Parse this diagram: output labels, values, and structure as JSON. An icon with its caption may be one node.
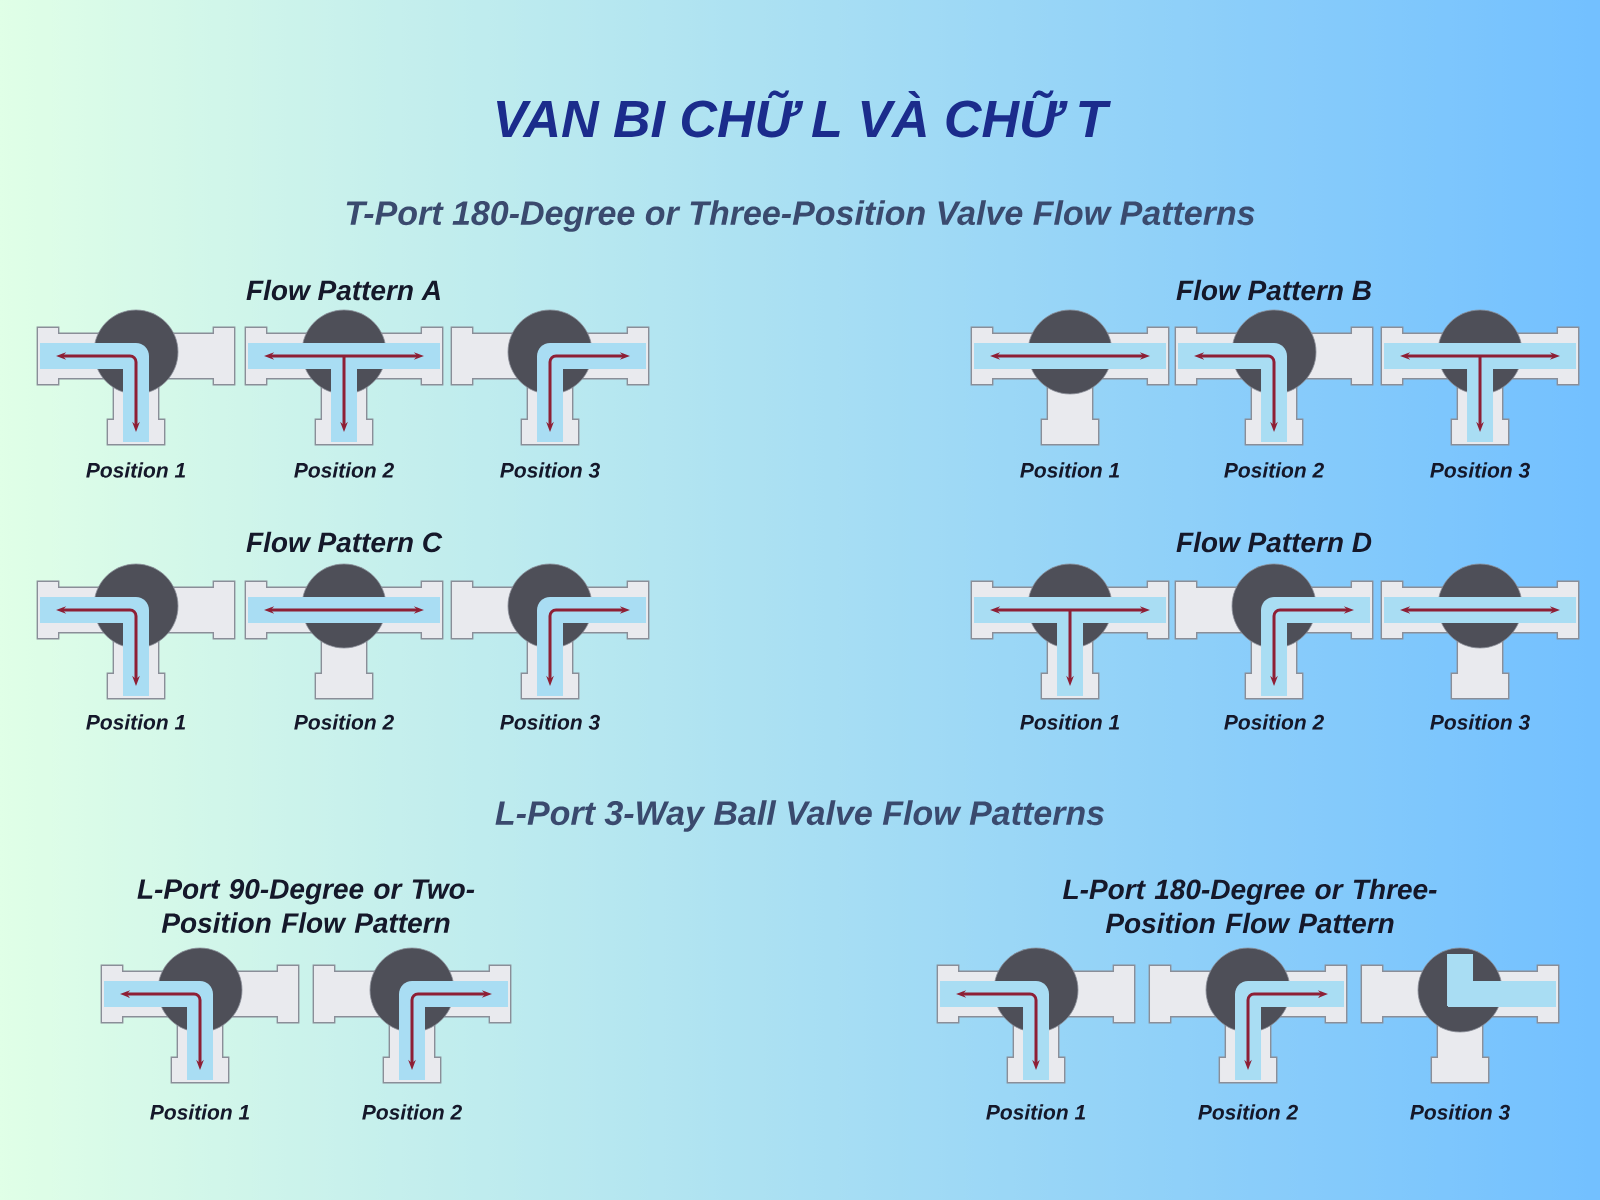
{
  "diagram": {
    "title": "VAN BI CHỮ L VÀ CHỮ T",
    "labels": [
      "T-Port 180-Degree or Three-Position Valve Flow Patterns",
      "Flow Pattern A",
      "Flow Pattern B",
      "Position 1",
      "Position 2",
      "Position 3",
      "Position 1",
      "Position 2",
      "Position 3",
      "Flow Pattern C",
      "Flow Pattern D",
      "Position 1",
      "Position 2",
      "Position 3",
      "Position 1",
      "Position 2",
      "Position 3",
      "L-Port 3-Way Ball Valve Flow Patterns",
      "L-Port 90-Degree or Two-Position Flow Pattern",
      "L-Port 180-Degree or Three-Position Flow Pattern",
      "Position 1",
      "Position 2",
      "Position 1",
      "Position 2",
      "Position 3"
    ]
  }
}
